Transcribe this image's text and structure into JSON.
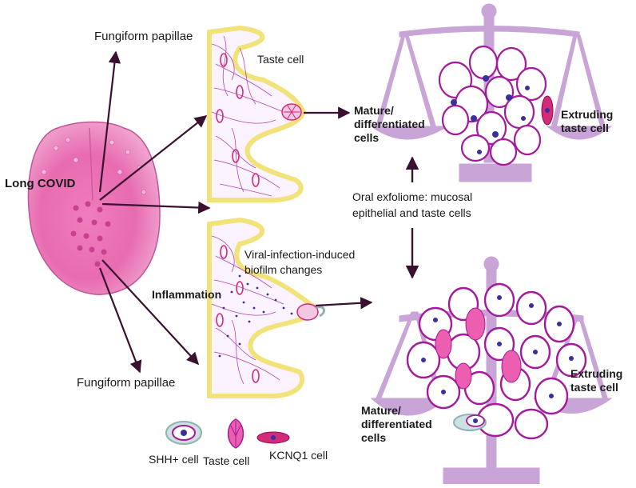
{
  "labels": {
    "fungiform_top": "Fungiform papillae",
    "fungiform_bottom": "Fungiform papillae",
    "long_covid": "Long COVID",
    "taste_cell_top": "Taste cell",
    "mature_top_1": "Mature/",
    "mature_top_2": "differentiated",
    "mature_top_3": "cells",
    "extruding_top_1": "Extruding",
    "extruding_top_2": "taste cell",
    "exfoliome_1": "Oral exfoliome: mucosal",
    "exfoliome_2": "epithelial and taste cells",
    "viral_1": "Viral-infection-induced",
    "viral_2": "biofilm changes",
    "inflammation": "Inflammation",
    "extruding_bottom_1": "Extruding",
    "extruding_bottom_2": "taste cell",
    "mature_bottom_1": "Mature/",
    "mature_bottom_2": "differentiated",
    "mature_bottom_3": "cells"
  },
  "legend": [
    {
      "label": "SHH+ cell",
      "icon": "shh-cell-icon"
    },
    {
      "label": "Taste cell",
      "icon": "taste-cell-icon"
    },
    {
      "label": "KCNQ1 cell",
      "icon": "kcnq1-cell-icon"
    }
  ],
  "colors": {
    "scale": "#c9a4d6",
    "tongue": "#e86bb0",
    "cell_outline": "#a5199b",
    "nucleus": "#3b2f9e",
    "arrow": "#3a1030",
    "taste_bud": "#d42a7a",
    "shh_ring": "#8fb3b3"
  }
}
